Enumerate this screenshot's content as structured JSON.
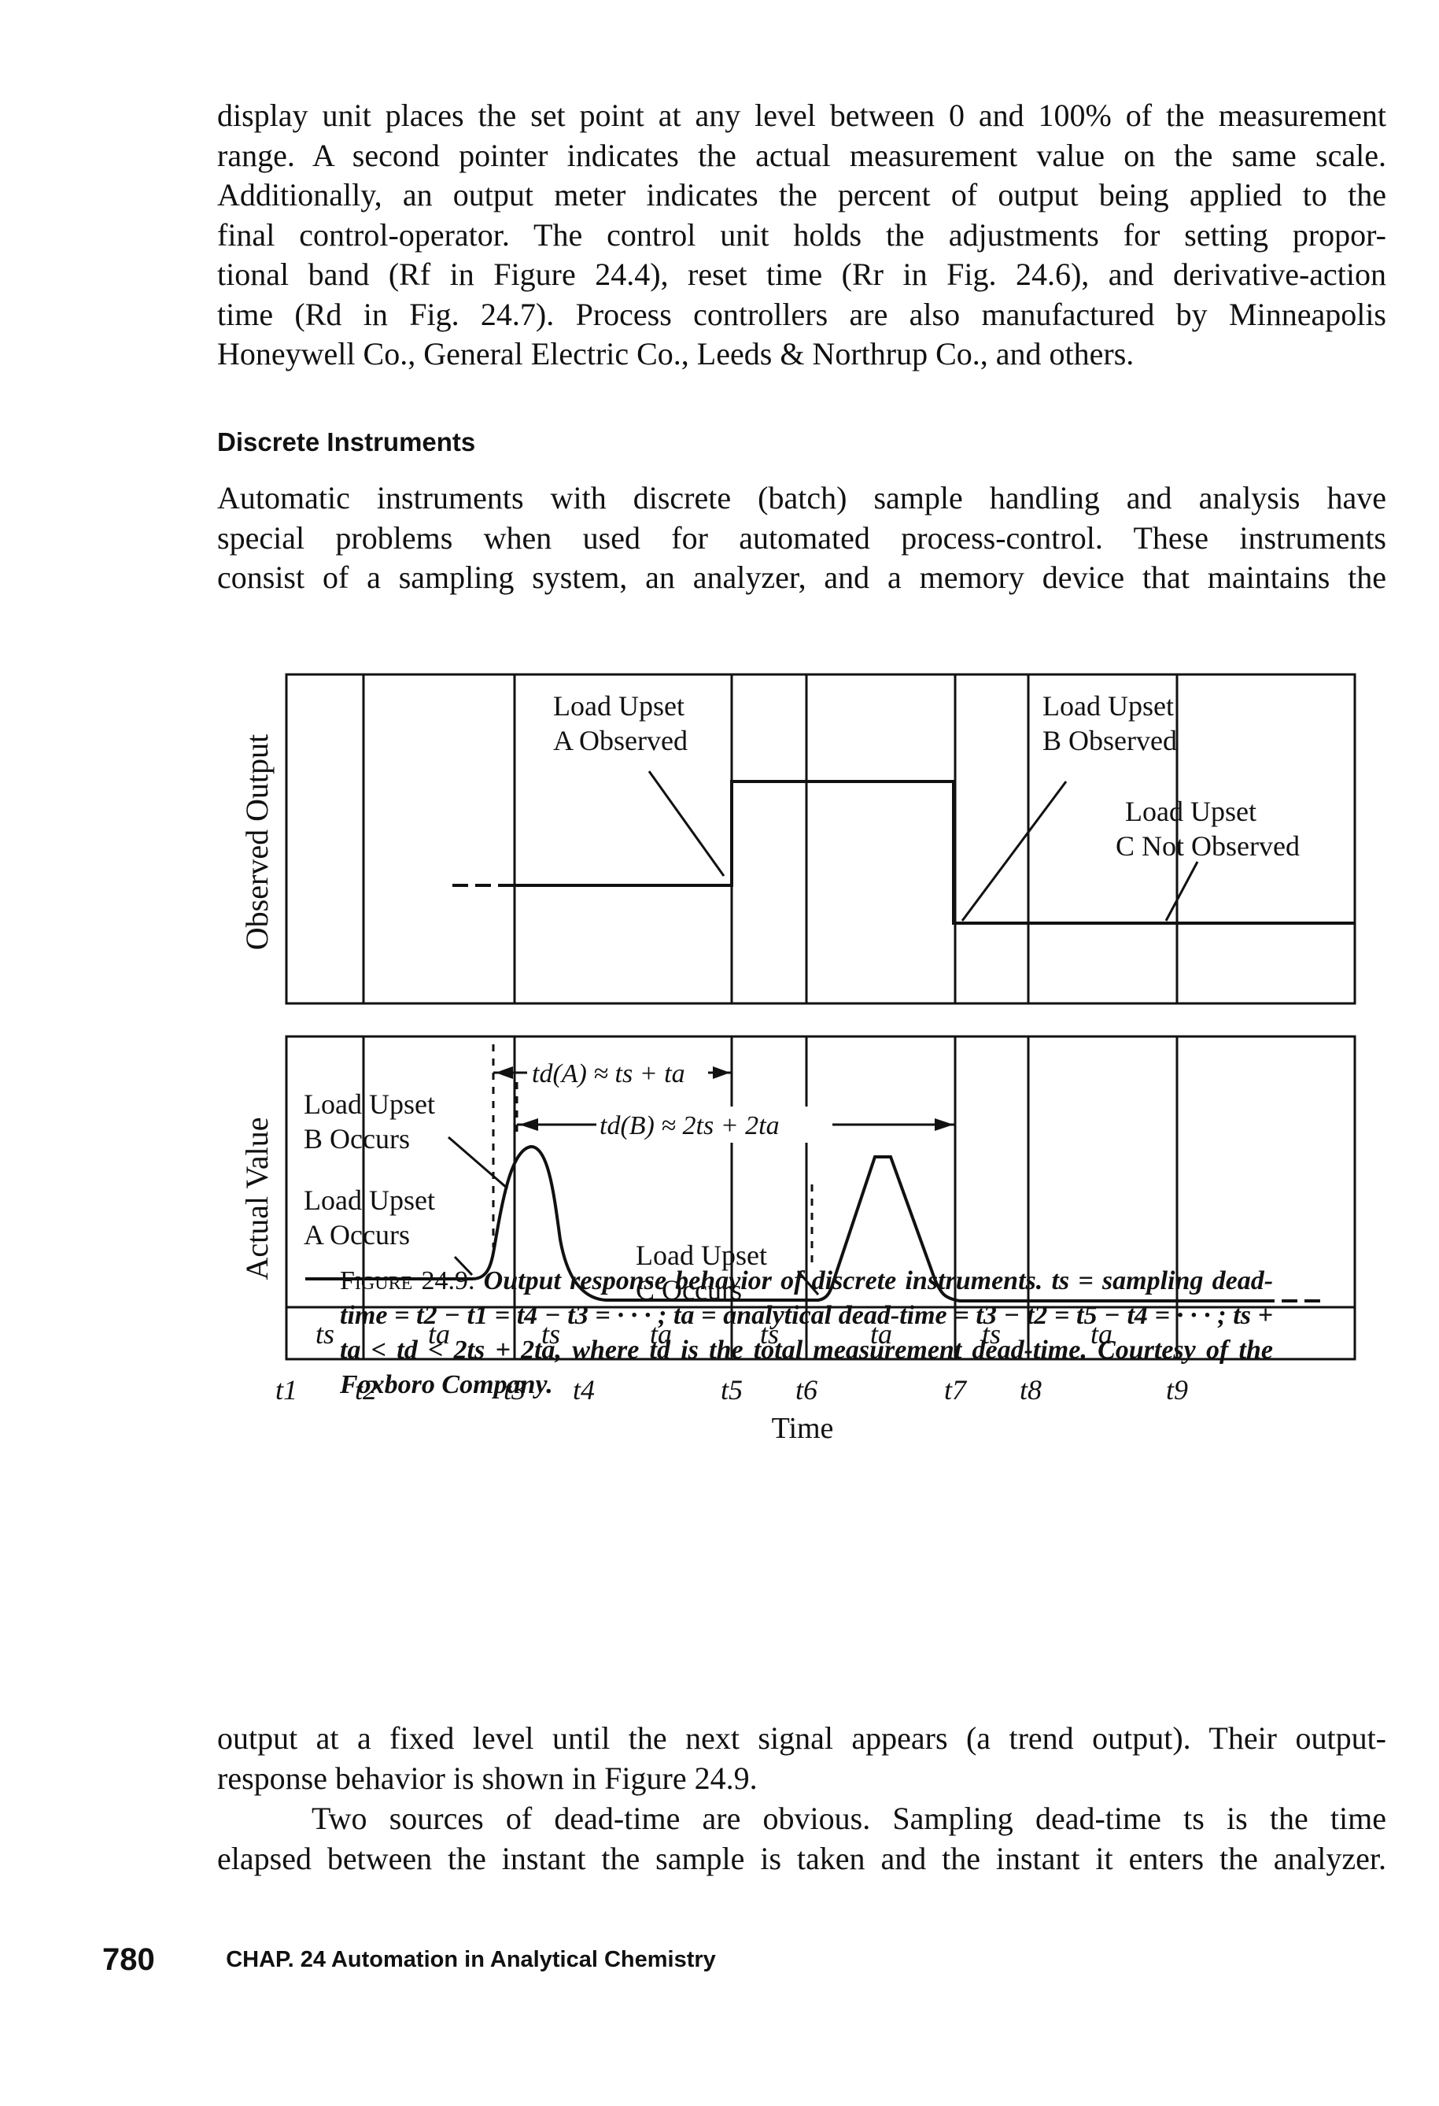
{
  "intro_paragraph": {
    "lines": [
      "display unit places the set point at any level between 0 and 100% of the measurement",
      "range. A second pointer indicates the actual measurement value on the same scale.",
      "Additionally, an output meter indicates the percent of output being applied to the",
      "final control-operator. The control unit holds the adjustments for setting propor-",
      "tional band (Rf in Figure 24.4), reset time (Rr in Fig. 24.6), and derivative-action",
      "time (Rd in Fig. 24.7). Process controllers are also manufactured by Minneapolis",
      "Honeywell Co., General Electric Co., Leeds & Northrup Co., and others."
    ]
  },
  "section_heading": "Discrete Instruments",
  "section_paragraph": {
    "lines": [
      "Automatic instruments with discrete (batch) sample handling and analysis have",
      "special problems when used for automated process-control. These instruments",
      "consist of a sampling system, an analyzer, and a memory device that maintains the"
    ]
  },
  "figure": {
    "top_panel": {
      "ylabel": "Observed Output",
      "annotations": {
        "a_line1": "Load Upset",
        "a_line2": "A Observed",
        "b_line1": "Load Upset",
        "b_line2": "B Observed",
        "c_line1": "Load Upset",
        "c_line2": "C Not Observed"
      }
    },
    "bottom_panel": {
      "ylabel": "Actual Value",
      "annotations": {
        "b_occurs_1": "Load Upset",
        "b_occurs_2": "B Occurs",
        "a_occurs_1": "Load Upset",
        "a_occurs_2": "A Occurs",
        "c_occurs_1": "Load Upset",
        "c_occurs_2": "C Occurs",
        "td_a": "td(A) ≈ ts + ta",
        "td_b": "td(B) ≈ 2ts + 2ta"
      },
      "interval_labels": [
        "ts",
        "ta",
        "ts",
        "ta",
        "ts",
        "ta",
        "ts",
        "ta"
      ]
    },
    "time_ticks": [
      "t1",
      "t2",
      "t3",
      "t4",
      "t5",
      "t6",
      "t7",
      "t8",
      "t9"
    ],
    "xlabel": "Time"
  },
  "caption": {
    "label": "Figure 24.9.",
    "text": "Output response behavior of discrete instruments. ts = sampling dead-time = t2 − t1 = t4 − t3 = · · · ; ta = analytical dead-time = t3 − t2 = t5 − t4 = · · · ; ts + ta < td < 2ts + 2ta, where td is the total measurement dead-time. Courtesy of the Foxboro Company."
  },
  "closing_paragraph_1": {
    "lines": [
      "output at a fixed level until the next signal appears (a trend output). Their output-",
      "response behavior is shown in Figure 24.9."
    ]
  },
  "closing_paragraph_2": {
    "lines": [
      "Two sources of dead-time are obvious. Sampling dead-time ts is the time",
      "elapsed between the instant the sample is taken and the instant it enters the analyzer."
    ]
  },
  "footer": {
    "page_number": "780",
    "chapter": "CHAP. 24 Automation in Analytical Chemistry"
  }
}
